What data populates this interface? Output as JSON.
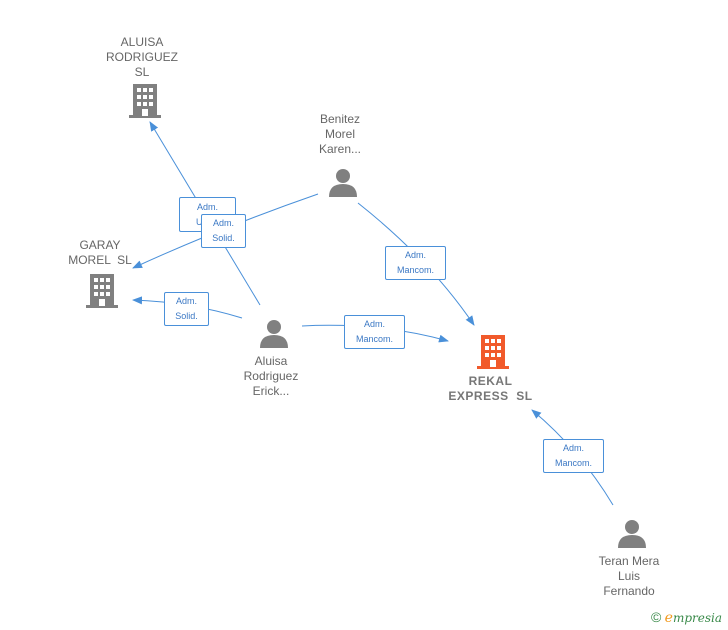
{
  "nodes": {
    "aluisa_rodriguez_sl": {
      "lines": [
        "ALUISA",
        "RODRIGUEZ",
        "SL"
      ],
      "icon": "building-icon",
      "color": "#808080"
    },
    "garay_morel_sl": {
      "lines": [
        "GARAY",
        "MOREL  SL"
      ],
      "icon": "building-icon",
      "color": "#808080"
    },
    "rekal_express_sl": {
      "lines": [
        "REKAL",
        "EXPRESS  SL"
      ],
      "icon": "building-icon",
      "color": "#f15a2b"
    },
    "benitez_morel_karen": {
      "lines": [
        "Benitez",
        "Morel",
        "Karen..."
      ],
      "icon": "person-icon",
      "color": "#808080"
    },
    "aluisa_rodriguez_erick": {
      "lines": [
        "Aluisa",
        "Rodriguez",
        "Erick..."
      ],
      "icon": "person-icon",
      "color": "#808080"
    },
    "teran_mera_luis_fernando": {
      "lines": [
        "Teran Mera",
        "Luis",
        "Fernando"
      ],
      "icon": "person-icon",
      "color": "#808080"
    }
  },
  "edge_labels": {
    "adm_unico": [
      "Adm.",
      "Unico"
    ],
    "adm_solid_1": [
      "Adm.",
      "Solid."
    ],
    "adm_solid_2": [
      "Adm.",
      "Solid."
    ],
    "adm_mancom_1": [
      "Adm.",
      "Mancom."
    ],
    "adm_mancom_2": [
      "Adm.",
      "Mancom."
    ],
    "adm_mancom_3": [
      "Adm.",
      "Mancom."
    ]
  },
  "brand": {
    "copyright": "©",
    "first": "e",
    "rest": "mpresia"
  },
  "colors": {
    "edge": "#4a90d9",
    "node_gray": "#808080",
    "highlight": "#f15a2b"
  }
}
